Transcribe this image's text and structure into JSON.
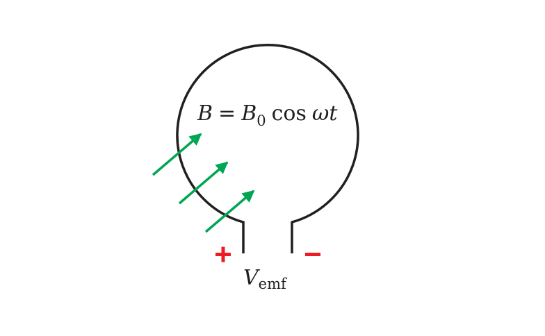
{
  "equation": {
    "lhs": "B",
    "equals": "=",
    "b_symbol": "B",
    "b_subscript": "0",
    "cos": "cos",
    "omega": "ω",
    "t": "t"
  },
  "voltage": {
    "symbol": "V",
    "subscript": "emf"
  },
  "terminals": {
    "positive": "+",
    "negative": "−"
  },
  "colors": {
    "loop": "#231f20",
    "arrows": "#00a651",
    "plus": "#ed1c24",
    "minus": "#ed1c24",
    "text": "#231f20"
  },
  "icons": {
    "field_arrow": "arrow-up-right",
    "plus": "plus-sign",
    "minus": "minus-sign"
  }
}
